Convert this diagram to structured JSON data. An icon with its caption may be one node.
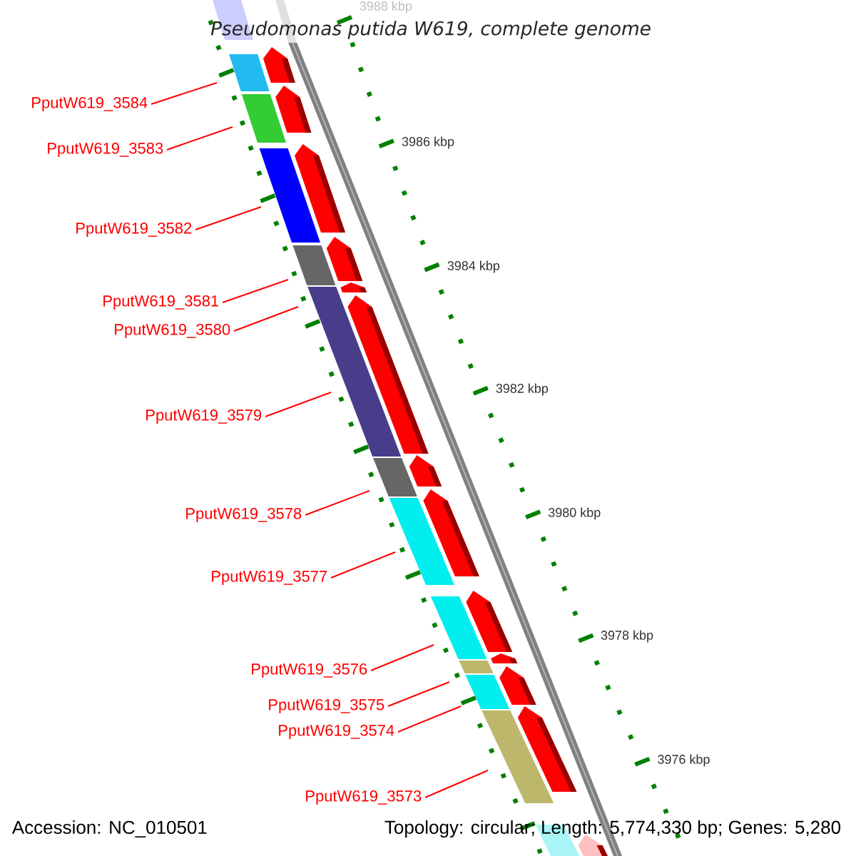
{
  "diagram": {
    "title": "Pseudomonas putida W619, complete genome",
    "nodes": [
      {
        "text": [
          "PputW619_3584"
        ]
      },
      {
        "text": [
          "PputW619_3583"
        ]
      },
      {
        "text": [
          "PputW619_3582"
        ]
      },
      {
        "text": [
          "PputW619_3581"
        ]
      },
      {
        "text": [
          "PputW619_3580"
        ]
      },
      {
        "text": [
          "PputW619_3579"
        ]
      },
      {
        "text": [
          "PputW619_3578"
        ]
      },
      {
        "text": [
          "PputW619_3577"
        ]
      },
      {
        "text": [
          "PputW619_3576"
        ]
      },
      {
        "text": [
          "PputW619_3575"
        ]
      },
      {
        "text": [
          "PputW619_3574"
        ]
      },
      {
        "text": [
          "PputW619_3573"
        ]
      }
    ],
    "edges": [
      {
        "from": 0,
        "to": null,
        "arrow": "none"
      },
      {
        "from": 1,
        "to": null,
        "arrow": "none"
      },
      {
        "from": 2,
        "to": null,
        "arrow": "none"
      },
      {
        "from": 3,
        "to": null,
        "arrow": "none"
      },
      {
        "from": 4,
        "to": null,
        "arrow": "none"
      },
      {
        "from": 5,
        "to": null,
        "arrow": "none"
      },
      {
        "from": 6,
        "to": null,
        "arrow": "none"
      },
      {
        "from": 7,
        "to": null,
        "arrow": "none"
      },
      {
        "from": 8,
        "to": null,
        "arrow": "none"
      },
      {
        "from": 9,
        "to": null,
        "arrow": "none"
      },
      {
        "from": 10,
        "to": null,
        "arrow": "none"
      },
      {
        "from": 11,
        "to": null,
        "arrow": "none"
      }
    ],
    "labels": [
      "3988 kbp",
      "3986 kbp",
      "3984 kbp",
      "3982 kbp",
      "3980 kbp",
      "3978 kbp",
      "3976 kbp",
      "Accession: NC_010501",
      "Topology: circular; Length: 5,774,330 bp; Genes: 5,280"
    ]
  }
}
